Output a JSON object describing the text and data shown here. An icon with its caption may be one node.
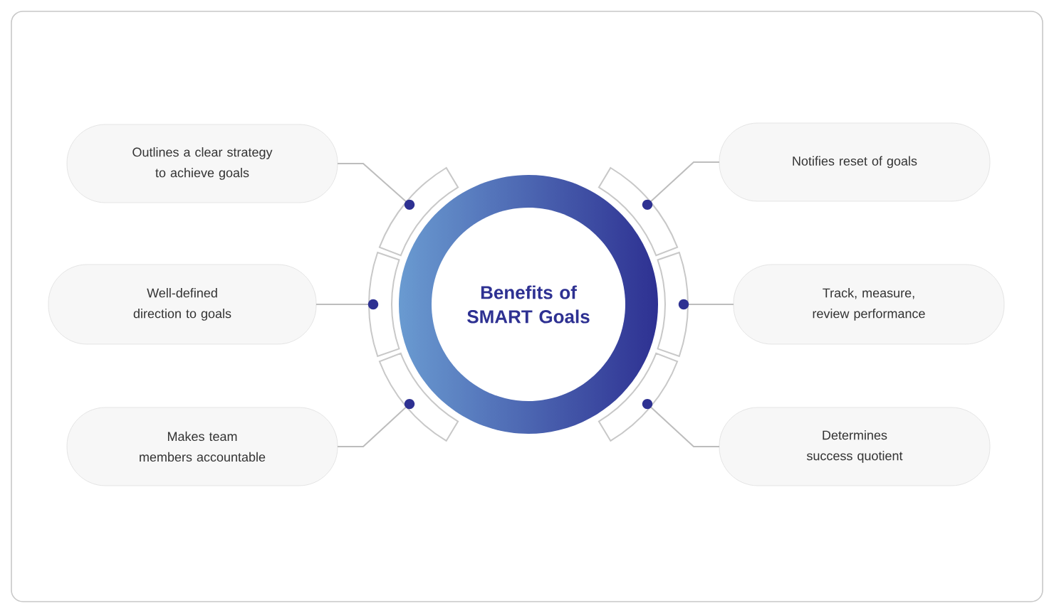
{
  "diagram": {
    "nodes": [
      {
        "text": [
          "Outlines a clear strategy to achieve goals"
        ]
      },
      {
        "text": [
          "Notifies reset of goals"
        ]
      },
      {
        "text": [
          "Well-defined direction to goals"
        ]
      },
      {
        "text": [
          "Benefits of SMART Goals"
        ]
      },
      {
        "text": [
          "Track, measure, review performance"
        ]
      },
      {
        "text": [
          "Makes team members accountable"
        ]
      },
      {
        "text": [
          "Determines success quotient"
        ]
      }
    ],
    "edges": [
      {
        "from": 0,
        "to": 3,
        "arrow": "other"
      },
      {
        "from": 1,
        "to": 3,
        "arrow": "other"
      },
      {
        "from": 2,
        "to": 3,
        "arrow": "other"
      },
      {
        "from": 4,
        "to": 3,
        "arrow": "other"
      },
      {
        "from": 5,
        "to": 3,
        "arrow": "other"
      },
      {
        "from": 6,
        "to": 3,
        "arrow": "other"
      }
    ]
  }
}
